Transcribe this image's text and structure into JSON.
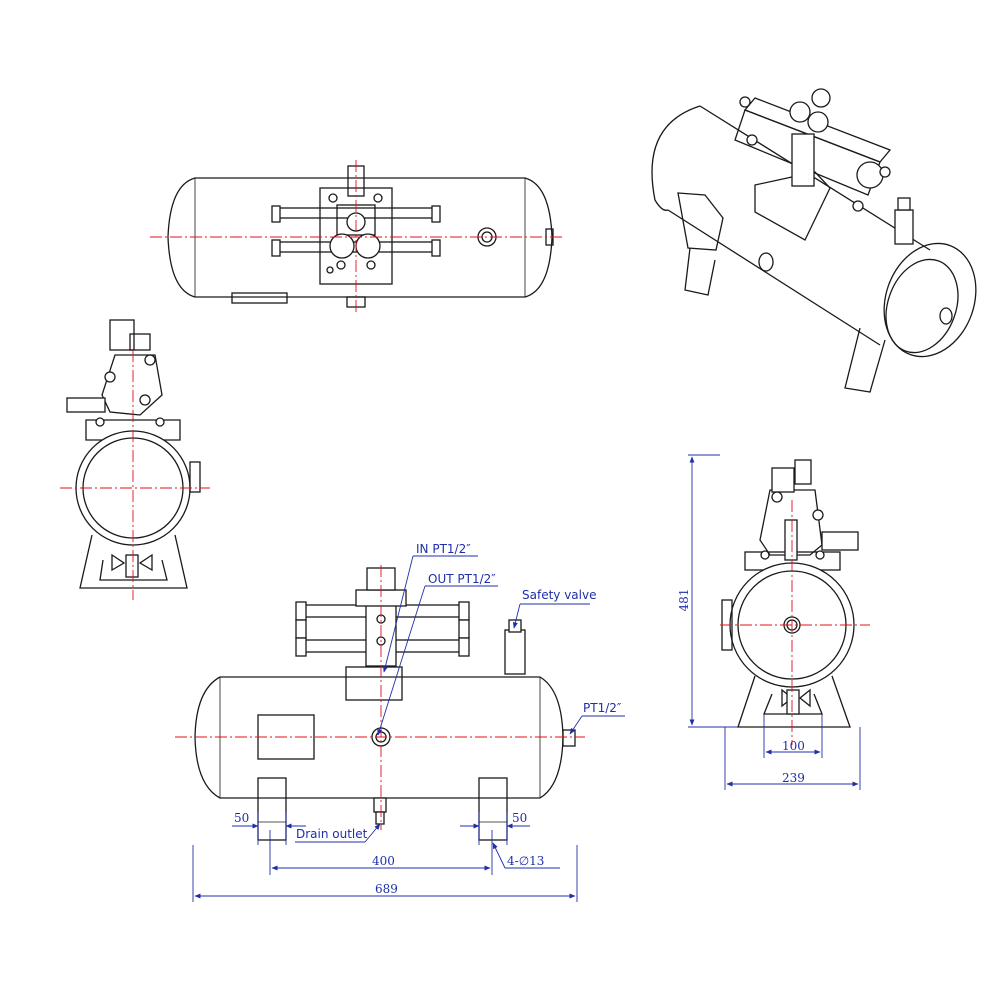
{
  "labels": {
    "in_port": "IN PT1/2″",
    "out_port": "OUT PT1/2″",
    "safety_valve": "Safety valve",
    "side_port": "PT1/2″",
    "drain_outlet": "Drain outlet",
    "mounting_holes": "4-∅13"
  },
  "dimensions": {
    "foot_width_left": "50",
    "foot_width_right": "50",
    "foot_spacing": "400",
    "overall_length": "689",
    "overall_height": "481",
    "foot_spacing_end": "100",
    "overall_width": "239"
  },
  "colors": {
    "outline": "#1a1a1a",
    "centerline": "#e0101a",
    "dimension": "#1f2fa8"
  }
}
